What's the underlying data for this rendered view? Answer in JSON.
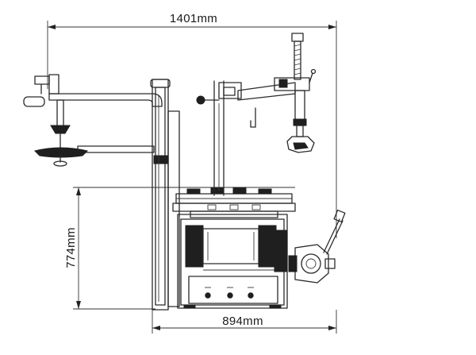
{
  "dimensions": {
    "overall_width": "1401mm",
    "base_width": "894mm",
    "table_height": "774mm"
  }
}
